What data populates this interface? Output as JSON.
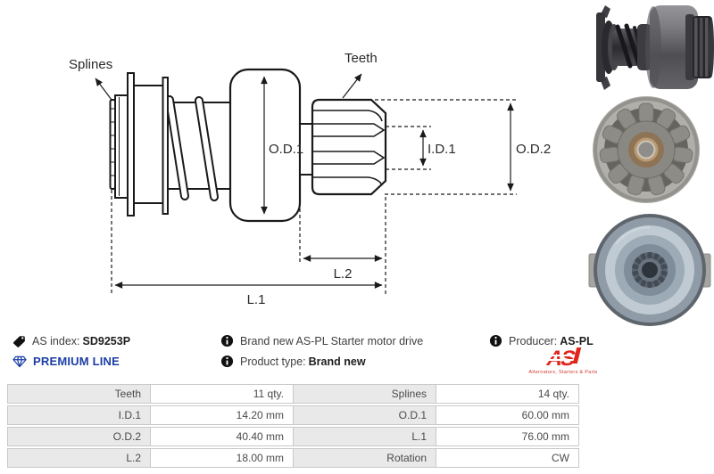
{
  "drawing": {
    "labels": {
      "splines": "Splines",
      "teeth": "Teeth",
      "od1": "O.D.1",
      "id1": "I.D.1",
      "od2": "O.D.2",
      "l1": "L.1",
      "l2": "L.2"
    }
  },
  "info": {
    "as_index": {
      "label": "AS index:",
      "value": "SD9253P"
    },
    "premium_line": "PREMIUM LINE",
    "description": "Brand new AS-PL Starter motor drive",
    "product_type": {
      "label": "Product type:",
      "value": "Brand new"
    },
    "producer": {
      "label": "Producer:",
      "value": "AS-PL"
    },
    "logo": {
      "text": "AS",
      "tagline": "Alternators, Starters & Parts"
    }
  },
  "spec_table": {
    "rows": [
      {
        "c1_label": "Teeth",
        "c1_value": "11 qty.",
        "c2_label": "Splines",
        "c2_value": "14 qty."
      },
      {
        "c1_label": "I.D.1",
        "c1_value": "14.20 mm",
        "c2_label": "O.D.1",
        "c2_value": "60.00 mm"
      },
      {
        "c1_label": "O.D.2",
        "c1_value": "40.40 mm",
        "c2_label": "L.1",
        "c2_value": "76.00 mm"
      },
      {
        "c1_label": "L.2",
        "c1_value": "18.00 mm",
        "c2_label": "Rotation",
        "c2_value": "CW"
      }
    ]
  },
  "colors": {
    "premium_blue": "#1b3ea6",
    "logo_red": "#e0251c",
    "line_black": "#1a1a1a",
    "table_label_bg": "#e9e9e9",
    "table_border": "#c9c9c9"
  }
}
